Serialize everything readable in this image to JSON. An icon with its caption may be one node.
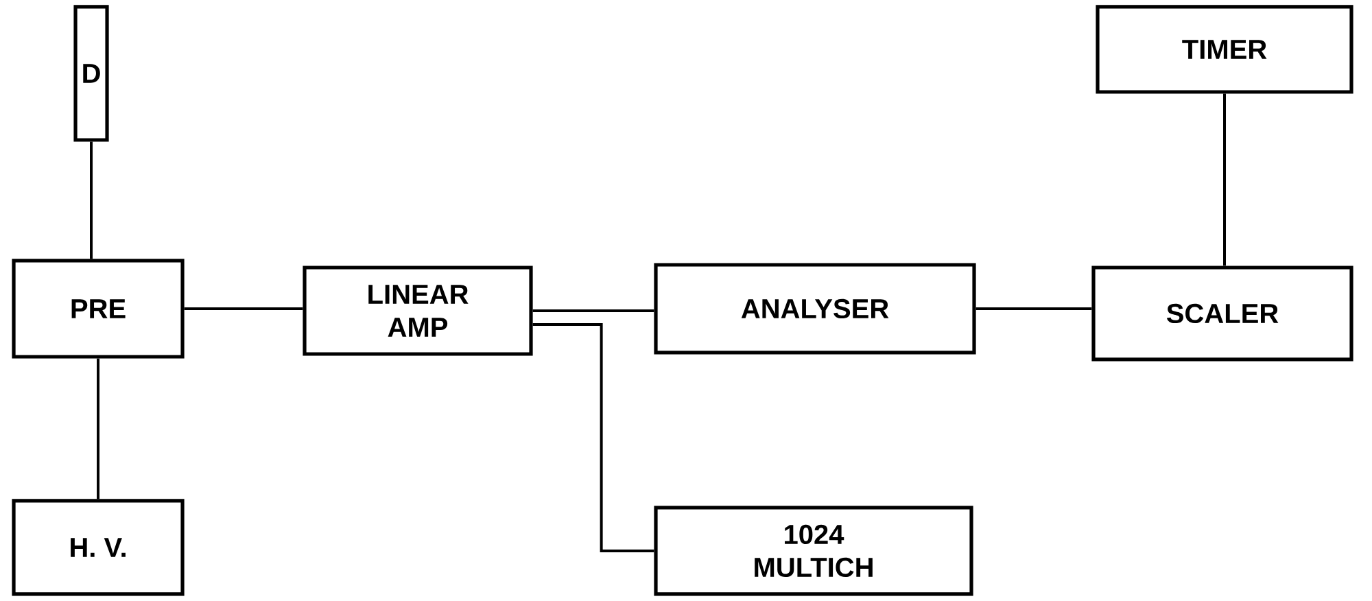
{
  "diagram": {
    "nodes": [
      {
        "text": [
          "D"
        ]
      },
      {
        "text": [
          "PRE"
        ]
      },
      {
        "text": [
          "H. V."
        ]
      },
      {
        "text": [
          "LINEAR AMP"
        ]
      },
      {
        "text": [
          "ANALYSER"
        ]
      },
      {
        "text": [
          "1024 MULTICH"
        ]
      },
      {
        "text": [
          "TIMER"
        ]
      },
      {
        "text": [
          "SCALER"
        ]
      }
    ],
    "edges": [
      {
        "from": 0,
        "to": 1,
        "arrow": "none"
      },
      {
        "from": 1,
        "to": 2,
        "arrow": "none"
      },
      {
        "from": 1,
        "to": 3,
        "arrow": "none"
      },
      {
        "from": 3,
        "to": 4,
        "arrow": "none"
      },
      {
        "from": 3,
        "to": 5,
        "arrow": "none"
      },
      {
        "from": 4,
        "to": 7,
        "arrow": "none"
      },
      {
        "from": 6,
        "to": 7,
        "arrow": "none"
      }
    ]
  }
}
